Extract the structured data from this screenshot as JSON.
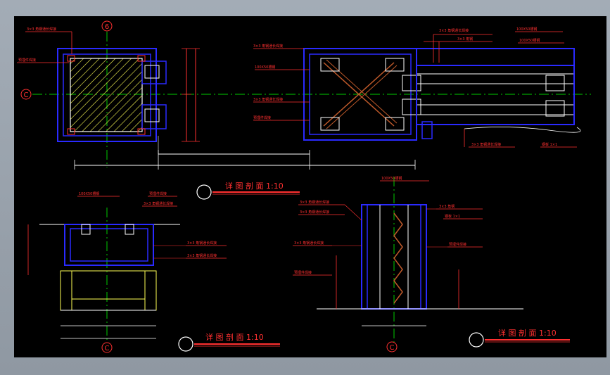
{
  "palette": {
    "background": "#000000",
    "wall": "#2a2aff",
    "annotation": "#ff3030",
    "axis": "#00cc00",
    "white": "#ffffff",
    "yellow": "#ffff55",
    "brown": "#c05a2a"
  },
  "axes": {
    "grid6": "6",
    "gridC_main": "C",
    "gridC_bottom_left": "C",
    "gridC_bottom_mid": "C"
  },
  "titles": {
    "detail_top": "详 图 剖 面  1:10",
    "detail_bottom_left": "详 图 剖 面  1:10",
    "detail_bottom_right": "详 图 剖 面  1:10"
  },
  "annotations": {
    "plan_left": [
      "3×3 角钢通长焊接",
      "预埋件焊接"
    ],
    "plan_mid": [
      "3×3 角钢通长焊接",
      "100X50槽钢",
      "3×3 角钢通长焊接",
      "预埋件焊接"
    ],
    "plan_right": [
      "3×3 角钢通长焊接",
      "100X50槽钢",
      "3×3 角钢",
      "100X50槽钢",
      "3×3 角钢通长焊接",
      "钢板 1×1"
    ],
    "section_left": [
      "100X50槽钢",
      "预埋件焊接",
      "3×3 角钢通长焊接",
      "3×3 角钢通长焊接",
      "3×3 角钢通长焊接"
    ],
    "section_right": [
      "100X50槽钢",
      "3×3 角钢通长焊接",
      "3×3 角钢通长焊接",
      "3×3 角钢通长焊接",
      "3×3 角钢",
      "钢板 1×1",
      "预埋件焊接",
      "预埋件焊接"
    ]
  }
}
